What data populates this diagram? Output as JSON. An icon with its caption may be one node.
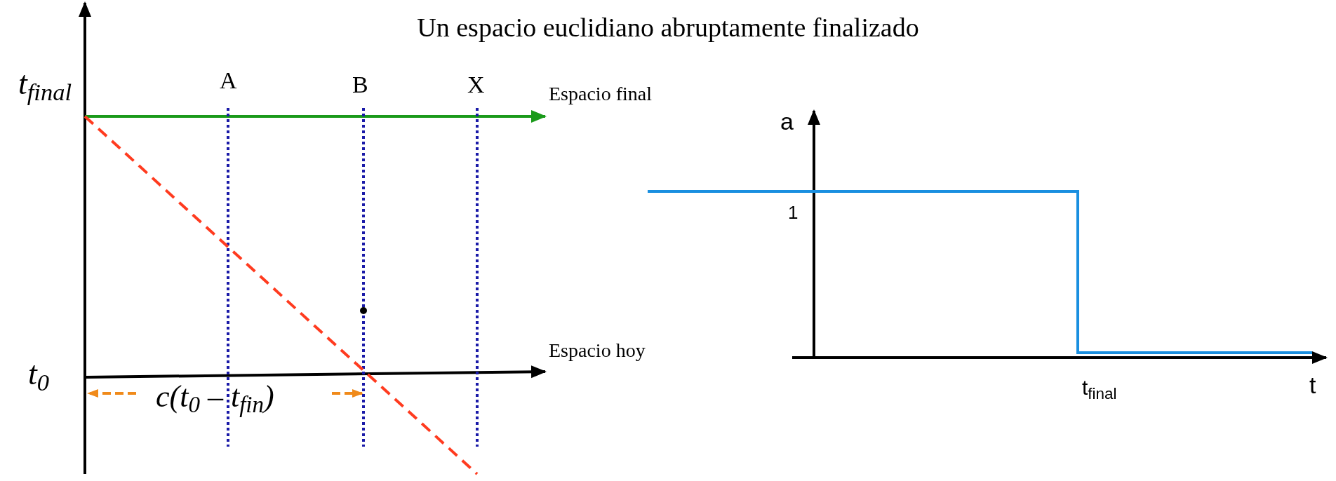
{
  "diagram": {
    "title": "Un espacio euclidiano abruptamente finalizado",
    "labels": [
      "t$_{final}$",
      "A",
      "B",
      "X",
      "Espacio final",
      "a",
      "1",
      "t$_{0}$",
      "Espacio hoy",
      "c(t$_{0}$ – t$_{fin}$)",
      "t$_{final}$",
      "t"
    ]
  }
}
